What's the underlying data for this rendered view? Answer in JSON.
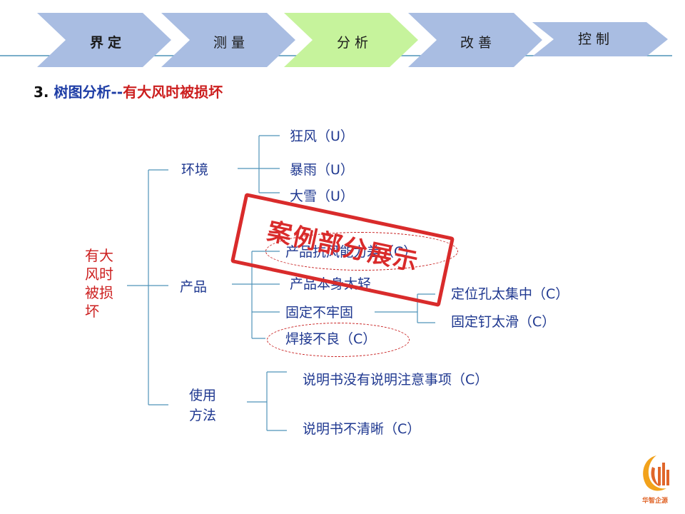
{
  "nav": {
    "steps": [
      {
        "label": "界定",
        "active": false
      },
      {
        "label": "测量",
        "active": false
      },
      {
        "label": "分析",
        "active": true
      },
      {
        "label": "改善",
        "active": false
      },
      {
        "label": "控制",
        "active": false
      }
    ],
    "colors": {
      "inactive": "#a9bde2",
      "active": "#c6f39c",
      "line": "#4f93b9"
    }
  },
  "header": {
    "number": "3.",
    "title_blue": "树图分析",
    "separator": "--",
    "title_red": "有大风时被损坏"
  },
  "tree": {
    "root": "有大风时被损坏",
    "branches": {
      "environment": {
        "label": "环境",
        "items": [
          "狂风（U）",
          "暴雨（U）",
          "大雪（U）"
        ]
      },
      "product": {
        "label": "产品",
        "items": [
          "产品抗风能力差（C）",
          "产品本身太轻",
          "固定不牢固",
          "焊接不良（C）"
        ],
        "sub_items": [
          "定位孔太集中（C）",
          "固定钉太滑（C）"
        ]
      },
      "usage": {
        "label": "使用方法",
        "items": [
          "说明书没有说明注意事项（C）",
          "说明书不清晰（C）"
        ]
      }
    }
  },
  "stamp": {
    "text": "案例部分展示",
    "color": "#d92b2b"
  },
  "logo": {
    "text": "华智企源"
  },
  "colors": {
    "text_blue": "#1f3890",
    "text_red": "#cc1f1f",
    "tree_line": "#4f93b9"
  }
}
